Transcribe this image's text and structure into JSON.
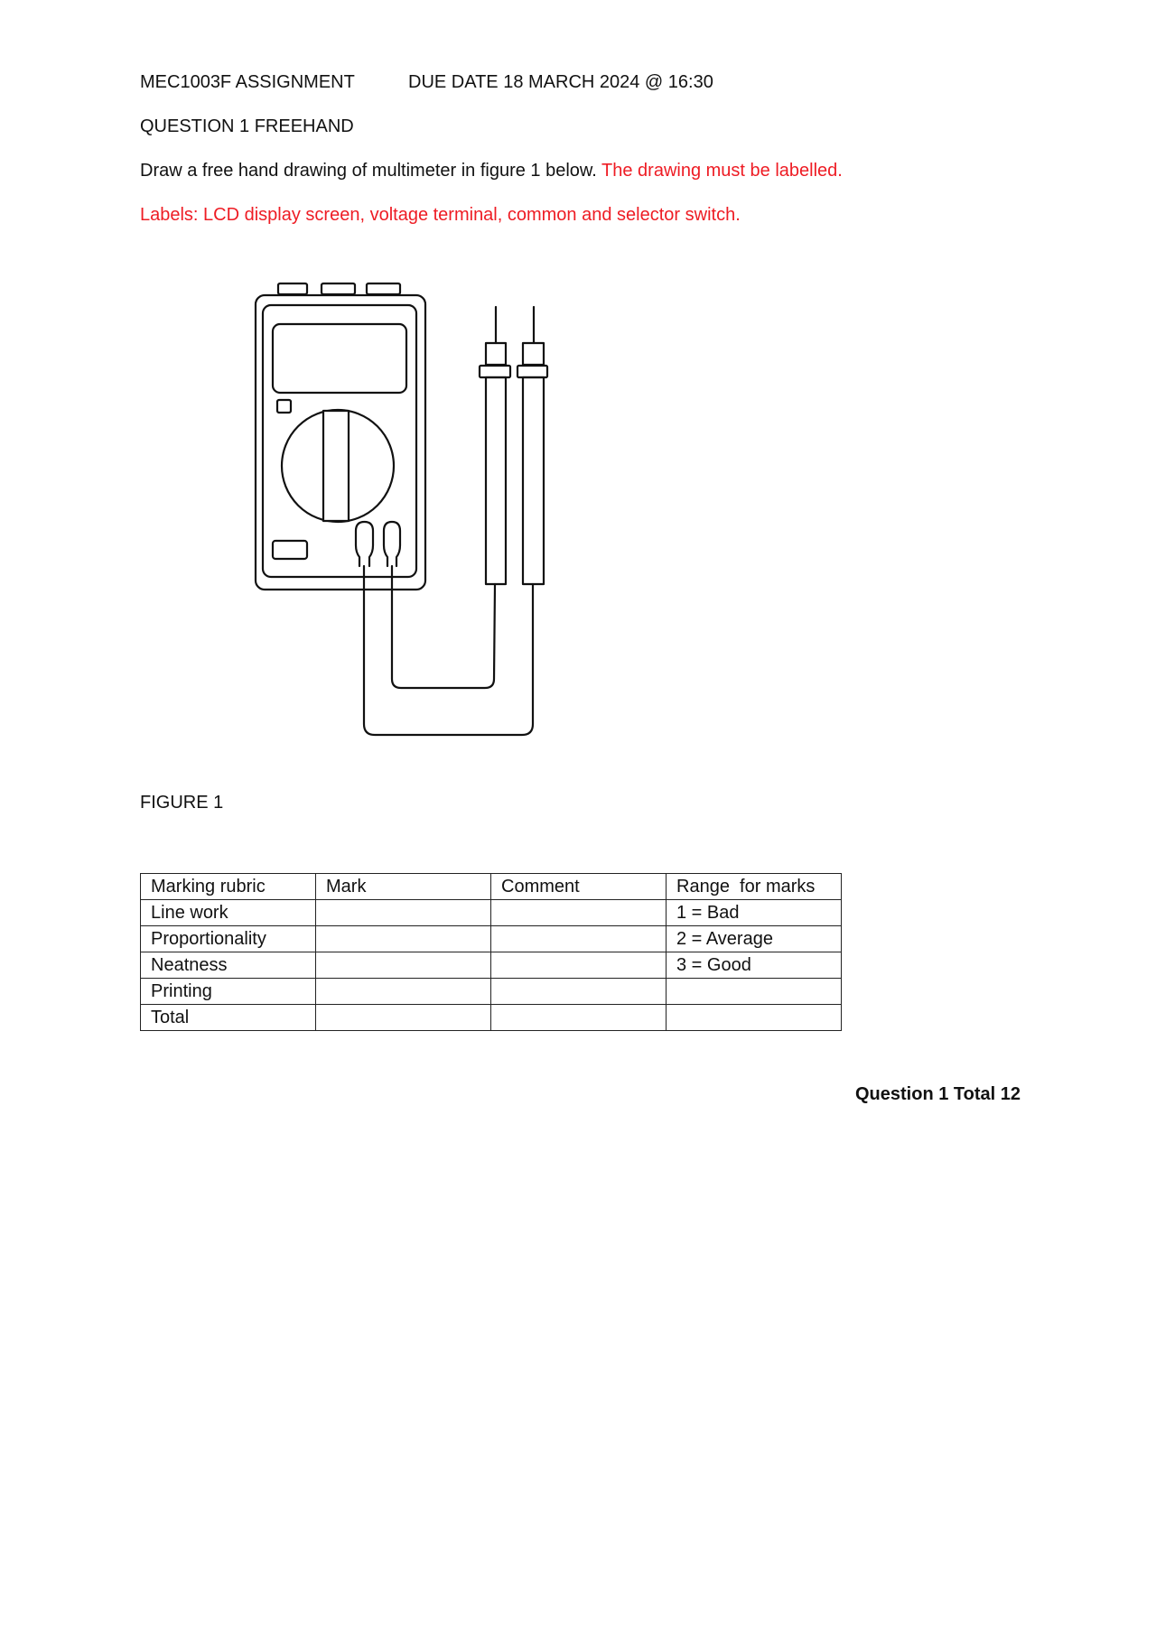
{
  "header": {
    "course": "MEC1003F ASSIGNMENT",
    "due_date": "DUE DATE 18 MARCH 2024 @ 16:30"
  },
  "question": {
    "title": "QUESTION 1 FREEHAND",
    "instruction": "Draw a free hand drawing of multimeter in figure 1 below.",
    "instruction_emphasis": "The drawing must be labelled.",
    "labels_line": "Labels: LCD display screen, voltage terminal, common and selector switch.",
    "emphasis_color": "#ee1c24"
  },
  "figure": {
    "caption": "FIGURE 1",
    "subject": "multimeter-with-test-leads"
  },
  "rubric": {
    "headers": [
      "Marking rubric",
      "Mark",
      "Comment",
      "Range  for marks"
    ],
    "rows": [
      [
        "Line work",
        "",
        "",
        "1 = Bad"
      ],
      [
        "Proportionality",
        "",
        "",
        "2 = Average"
      ],
      [
        "Neatness",
        "",
        "",
        "3 = Good"
      ],
      [
        "Printing",
        "",
        "",
        ""
      ],
      [
        "Total",
        "",
        "",
        ""
      ]
    ]
  },
  "footer": {
    "total": "Question 1 Total 12"
  }
}
